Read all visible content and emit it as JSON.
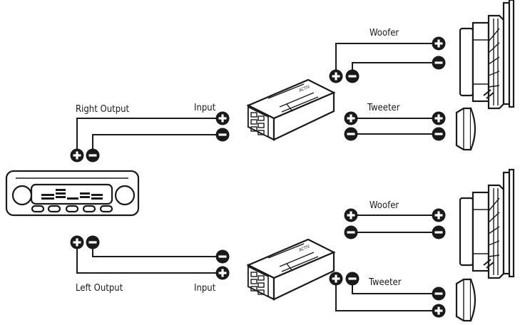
{
  "labels": {
    "right_output": "Right Output",
    "left_output": "Left Output",
    "input_top": "Input",
    "input_bottom": "Input",
    "woofer_top": "Woofer",
    "tweeter_top": "Tweeter",
    "woofer_bottom": "Woofer",
    "tweeter_bottom": "Tweeter"
  },
  "terminal_symbols": {
    "plus": "+",
    "minus": "−"
  },
  "icons": [
    "head-unit-radio-icon",
    "crossover-icon",
    "woofer-speaker-icon",
    "tweeter-speaker-icon",
    "plus-terminal-icon",
    "minus-terminal-icon"
  ]
}
